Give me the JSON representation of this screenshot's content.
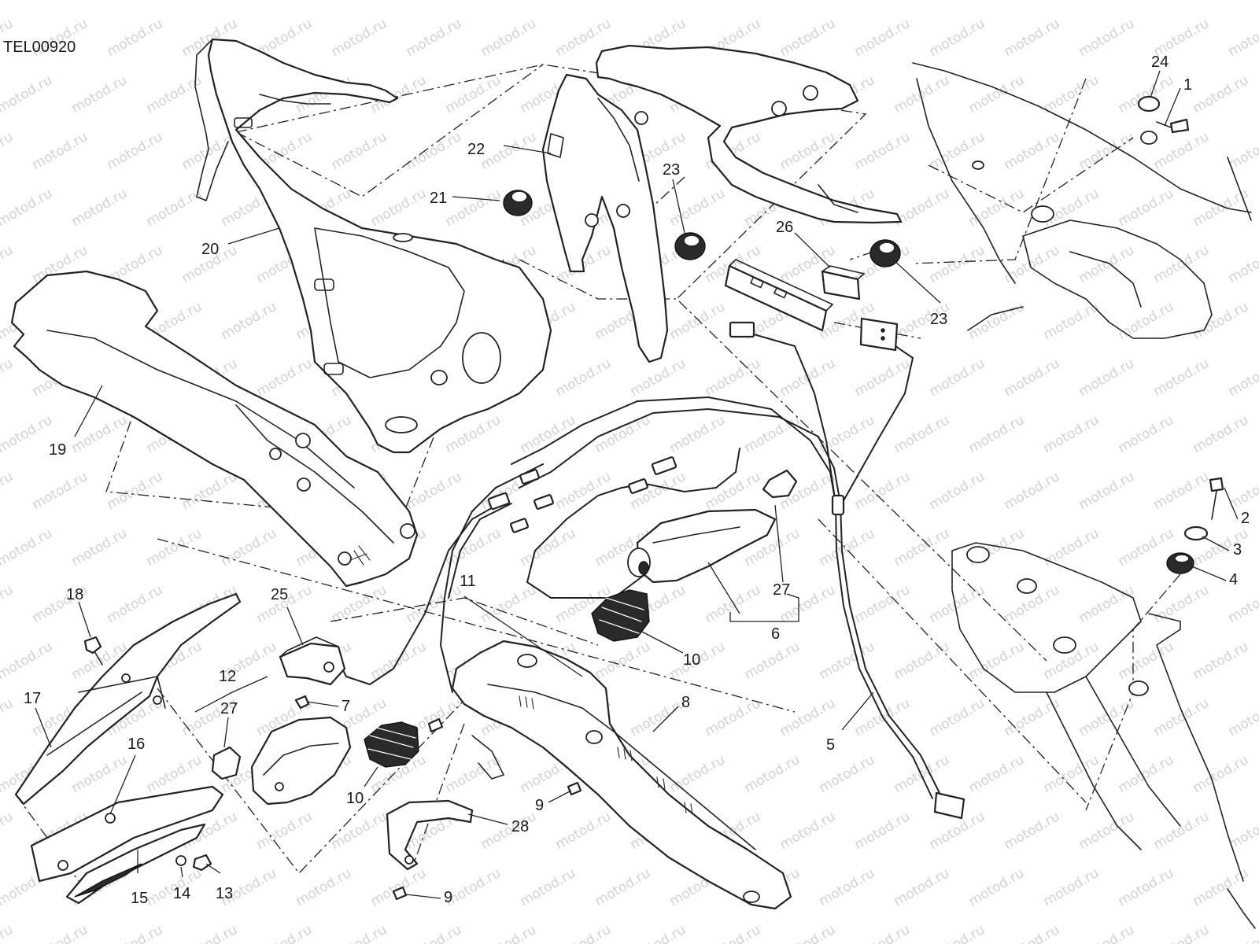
{
  "document": {
    "code": "TEL00920"
  },
  "watermark": {
    "text": "motod.ru"
  },
  "callouts": {
    "c1": "1",
    "c2": "2",
    "c3": "3",
    "c4": "4",
    "c5": "5",
    "c6": "6",
    "c7": "7",
    "c8": "8",
    "c9a": "9",
    "c9b": "9",
    "c10a": "10",
    "c10b": "10",
    "c11": "11",
    "c12": "12",
    "c13": "13",
    "c14": "14",
    "c15": "15",
    "c16": "16",
    "c17": "17",
    "c18": "18",
    "c19": "19",
    "c20": "20",
    "c21": "21",
    "c22": "22",
    "c23a": "23",
    "c23b": "23",
    "c24": "24",
    "c25": "25",
    "c26": "26",
    "c27a": "27",
    "c27b": "27",
    "c28": "28"
  },
  "colors": {
    "line": "#222222",
    "watermark": "#d2d2d2",
    "background": "#ffffff"
  }
}
